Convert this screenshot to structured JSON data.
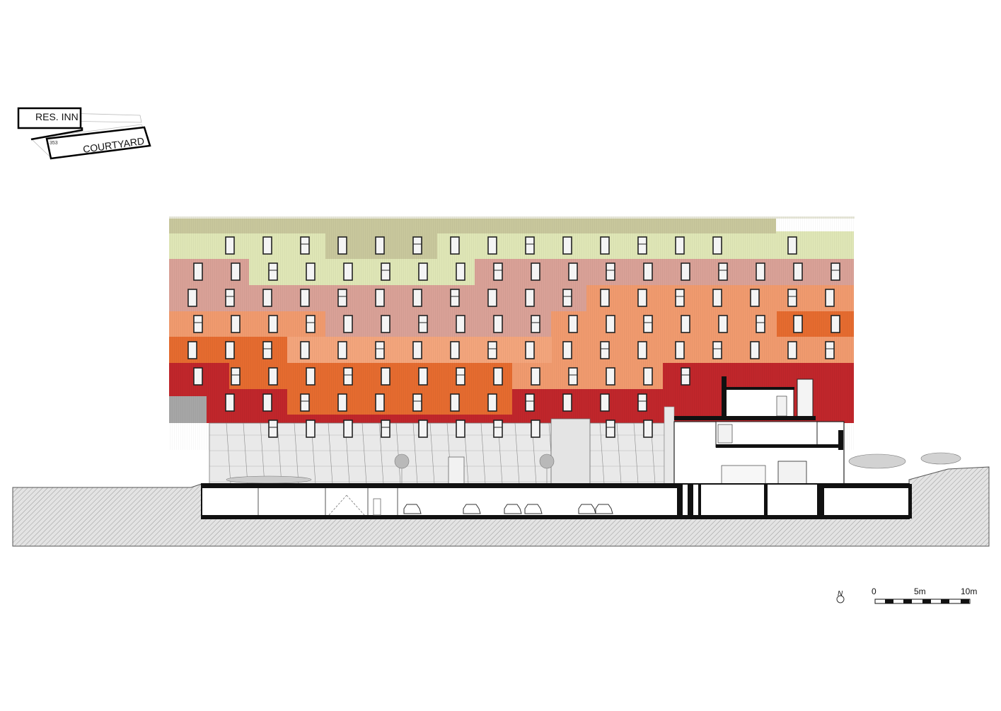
{
  "key_plan": {
    "label_res_inn": "RES. INN",
    "label_courtyard": "COURTYARD",
    "label_number": "353"
  },
  "north_arrow": {
    "letter": "N"
  },
  "scale_bar": {
    "labels": [
      "0",
      "5m",
      "10m"
    ]
  },
  "facade_colors": {
    "olive": "#c8c79c",
    "light_green": "#dfe6b6",
    "rose": "#d9a197",
    "salmon": "#f09a6e",
    "orange": "#e56b2f",
    "red": "#c0262b",
    "gray_block": "#a6a6a6",
    "ground_hatch": "#cfcfcf"
  }
}
